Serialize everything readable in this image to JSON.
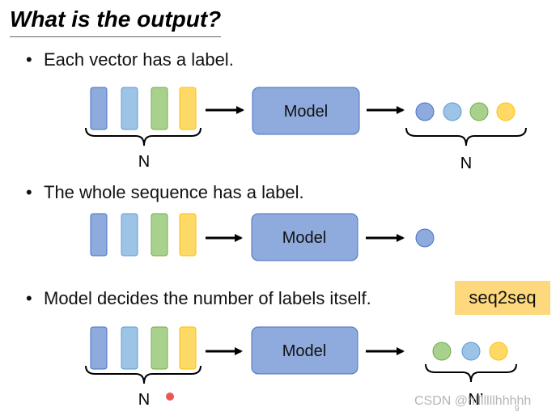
{
  "title": "What is the output?",
  "bullets": [
    "Each vector has a label.",
    "The whole sequence has a label.",
    "Model decides the number of labels itself."
  ],
  "seq2seq_label": "seq2seq",
  "model_label": "Model",
  "input_count_label": "N",
  "output_count_label_1": "N",
  "output_count_label_3": "N’",
  "watermark": "CSDN @hlllllllhhhhh",
  "page_number": "9",
  "colors": {
    "blue_dark": "#8faadc",
    "blue_light": "#9dc3e6",
    "green": "#a9d18e",
    "yellow": "#ffd966",
    "model_fill": "#8faadc",
    "model_stroke": "#4472c4"
  }
}
